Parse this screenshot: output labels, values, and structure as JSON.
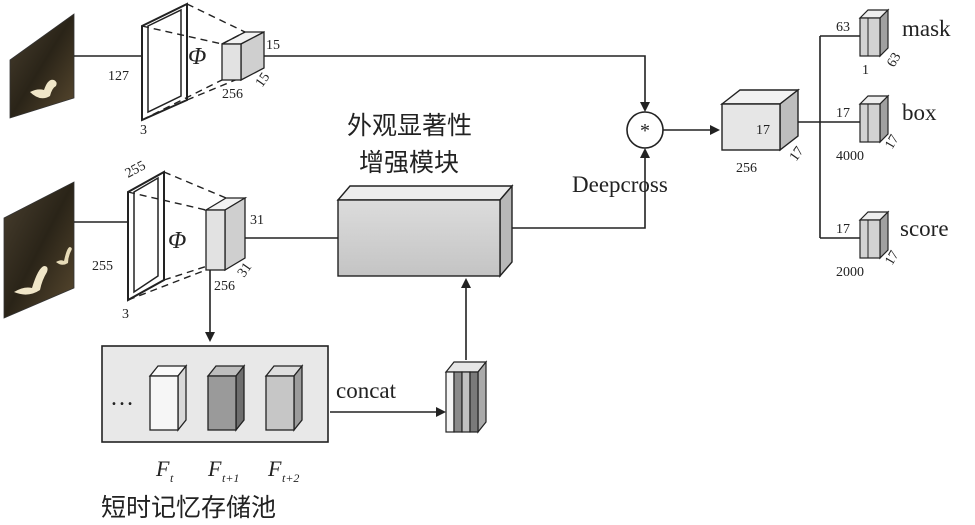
{
  "top_branch": {
    "dim_127": "127",
    "dim_3": "3",
    "phi": "Φ",
    "out_dim_15a": "15",
    "out_dim_15b": "15",
    "out_dim_256": "256"
  },
  "bottom_branch": {
    "dim_255_top": "255",
    "dim_255_left": "255",
    "dim_3": "3",
    "phi": "Φ",
    "out_dim_31a": "31",
    "out_dim_31b": "31",
    "out_dim_256": "256"
  },
  "enhance_module": {
    "label_line1": "外观显著性",
    "label_line2": "增强模块"
  },
  "operator": {
    "symbol": "*",
    "label": "Deepcross"
  },
  "fusion_cube": {
    "dim_17a": "17",
    "dim_17b": "17",
    "dim_256": "256"
  },
  "heads": [
    {
      "name": "mask",
      "top": "63",
      "bottom": "1",
      "side": "63"
    },
    {
      "name": "box",
      "top": "17",
      "bottom": "4000",
      "side": "17"
    },
    {
      "name": "score",
      "top": "17",
      "bottom": "2000",
      "side": "17"
    }
  ],
  "memory_pool": {
    "ellipsis": "…",
    "concat_label": "concat",
    "feature_symbol": "F",
    "sub_t": "t",
    "sub_t1": "t+1",
    "sub_t2": "t+2",
    "title": "短时记忆存储池"
  },
  "colors": {
    "stroke": "#222222",
    "cube_light": "#ececec",
    "cube_mid": "#9a9a9a",
    "cube_gray": "#c8c8c8",
    "pool_bg": "#e8e8e8"
  }
}
